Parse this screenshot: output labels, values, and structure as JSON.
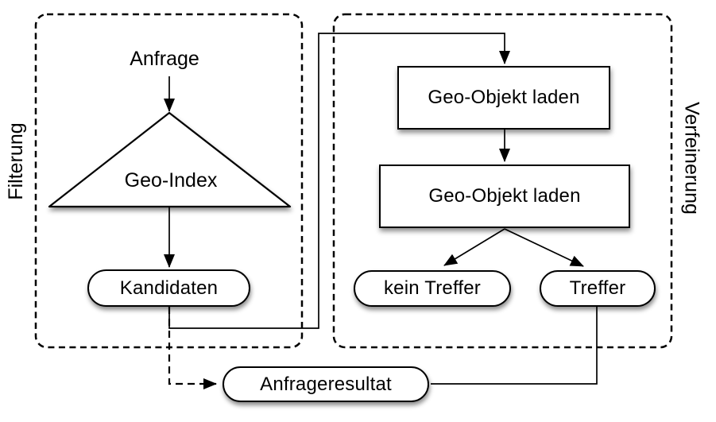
{
  "diagram": {
    "title": "Filterung / Verfeinerung Geo-Anfrage Flussdiagramm",
    "colors": {
      "stroke": "#000000",
      "node_fill": "#ffffff",
      "background": "#ffffff"
    },
    "sections": {
      "filtering": {
        "label": "Filterung"
      },
      "refinement": {
        "label": "Verfeinerung"
      }
    },
    "nodes": {
      "anfrage": {
        "label": "Anfrage",
        "shape": "text"
      },
      "geo_index": {
        "label": "Geo-Index",
        "shape": "triangle"
      },
      "kandidaten": {
        "label": "Kandidaten",
        "shape": "pill"
      },
      "geo_objekt_laden_1": {
        "label": "Geo-Objekt laden",
        "shape": "rect"
      },
      "geo_objekt_laden_2": {
        "label": "Geo-Objekt laden",
        "shape": "rect"
      },
      "kein_treffer": {
        "label": "kein Treffer",
        "shape": "pill"
      },
      "treffer": {
        "label": "Treffer",
        "shape": "pill"
      },
      "anfrageresultat": {
        "label": "Anfrageresultat",
        "shape": "pill"
      }
    },
    "edges": [
      {
        "from": "anfrage",
        "to": "geo_index",
        "style": "solid-arrow"
      },
      {
        "from": "geo_index",
        "to": "kandidaten",
        "style": "solid-arrow"
      },
      {
        "from": "kandidaten",
        "to": "geo_objekt_laden_1",
        "style": "solid-arrow"
      },
      {
        "from": "geo_objekt_laden_1",
        "to": "geo_objekt_laden_2",
        "style": "solid-arrow"
      },
      {
        "from": "geo_objekt_laden_2",
        "to": "kein_treffer",
        "style": "solid-arrow"
      },
      {
        "from": "geo_objekt_laden_2",
        "to": "treffer",
        "style": "solid-arrow"
      },
      {
        "from": "treffer",
        "to": "anfrageresultat",
        "style": "solid-line"
      },
      {
        "from": "kandidaten",
        "to": "anfrageresultat",
        "style": "dashed-arrow"
      }
    ]
  }
}
